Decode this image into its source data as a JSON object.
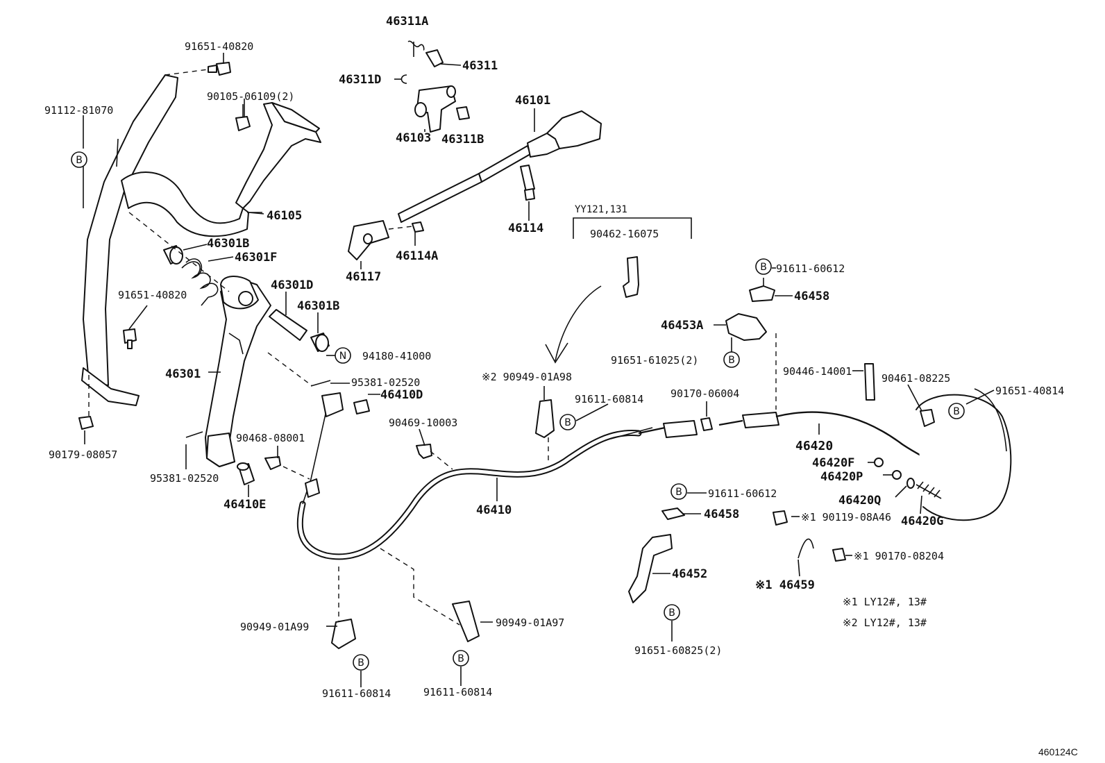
{
  "diagram_id": "460124C",
  "bracket_label": "YY121,131",
  "notes": {
    "note1": "※1  LY12#, 13#",
    "note2": "※2  LY12#, 13#"
  },
  "labels": {
    "p46311A": "46311A",
    "p46311": "46311",
    "p46311D": "46311D",
    "p46103": "46103",
    "p46311B": "46311B",
    "p46101": "46101",
    "p46114": "46114",
    "p46114A": "46114A",
    "p46117": "46117",
    "p91651_40820_top": "91651-40820",
    "p90105_06109": "90105-06109(2)",
    "p91112_81070": "91112-81070",
    "p46105": "46105",
    "p46301B_a": "46301B",
    "p46301F": "46301F",
    "p46301D": "46301D",
    "p46301B_b": "46301B",
    "p91651_40820_mid": "91651-40820",
    "p94180_41000": "94180-41000",
    "p46301": "46301",
    "p95381_02520_a": "95381-02520",
    "p46410D": "46410D",
    "p90179_08057": "90179-08057",
    "p90468_08001": "90468-08001",
    "p95381_02520_b": "95381-02520",
    "p46410E": "46410E",
    "p90469_10003": "90469-10003",
    "p46410": "46410",
    "p90462_16075": "90462-16075",
    "p91611_60612_top": "91611-60612",
    "p46458_top": "46458",
    "p46453A": "46453A",
    "p91651_61025": "91651-61025(2)",
    "p90949_01A98": "※2 90949-01A98",
    "p91611_60814_mid": "91611-60814",
    "p90170_06004": "90170-06004",
    "p90446_14001": "90446-14001",
    "p90461_08225": "90461-08225",
    "p91651_40814": "91651-40814",
    "p46420": "46420",
    "p46420F": "46420F",
    "p46420P": "46420P",
    "p46420Q": "46420Q",
    "p46420G": "46420G",
    "p91611_60612_low": "91611-60612",
    "p46458_low": "46458",
    "p90119_08A46": "※1 90119-08A46",
    "p90170_08204": "※1 90170-08204",
    "p46459": "※1 46459",
    "p46452": "46452",
    "p91651_60825": "91651-60825(2)",
    "p90949_01A99": "90949-01A99",
    "p91611_60814_bl": "91611-60814",
    "p90949_01A97": "90949-01A97",
    "p91611_60814_bm": "91611-60814"
  },
  "symbols": {
    "b": "B",
    "n": "N"
  }
}
